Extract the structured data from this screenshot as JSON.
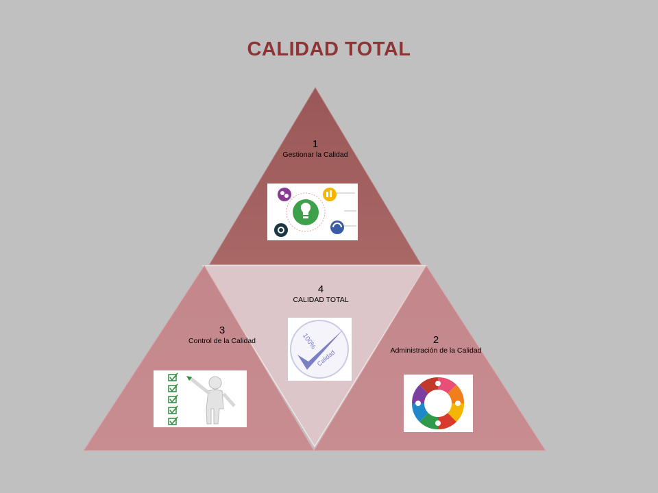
{
  "title": "CALIDAD TOTAL",
  "sections": [
    {
      "number": "1",
      "text": "Gestionar la Calidad",
      "image_icon": "lightbulb-cycle-icon"
    },
    {
      "number": "2",
      "text": "Administración de la Calidad",
      "image_icon": "puzzle-ring-icon"
    },
    {
      "number": "3",
      "text": "Control de la Calidad",
      "image_icon": "checklist-figure-icon"
    },
    {
      "number": "4",
      "text": "CALIDAD TOTAL",
      "image_icon": "quality-check-seal-icon"
    }
  ],
  "seal_text": {
    "top": "100%",
    "bottom": "Calidad"
  },
  "colors": {
    "background": "#c0c0c0",
    "title": "#8e3434",
    "top_triangle": "#a3615f",
    "side_triangles": "#c58a8d",
    "center_triangle": "#dcc6ca"
  }
}
